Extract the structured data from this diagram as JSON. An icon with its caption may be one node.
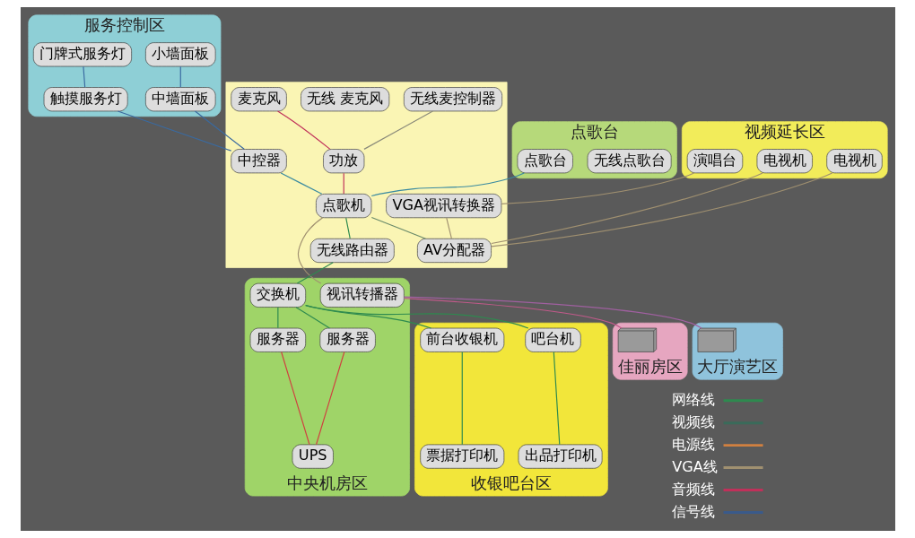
{
  "diagram": {
    "nodes": [
      {
        "text": [
          "服务控制区"
        ]
      },
      {
        "text": [
          "小墙面板"
        ],
        "in": 0
      },
      {
        "text": [
          "中墙面板"
        ],
        "in": 0
      },
      {
        "text": [
          "门牌式服务灯"
        ],
        "in": 0
      },
      {
        "text": [
          "触摸服务灯"
        ],
        "in": 0
      },
      {
        "text": [
          "点歌台"
        ]
      },
      {
        "text": [
          "无线点歌台"
        ],
        "in": 5
      },
      {
        "text": [
          "点歌台"
        ],
        "in": 5
      },
      {
        "text": [
          "视频延长区"
        ]
      },
      {
        "text": [
          "演唱台"
        ],
        "in": 8
      },
      {
        "text": [
          "电视机"
        ],
        "in": 8
      },
      {
        "text": [
          "电视机"
        ],
        "in": 8
      },
      {
        "text": [],
        "shape": "box"
      },
      {
        "text": [
          "中控器"
        ],
        "in": 12
      },
      {
        "text": [
          "无线麦控制器"
        ],
        "in": 12
      },
      {
        "text": [
          "功放"
        ],
        "in": 12
      },
      {
        "text": [
          "无线 麦克风"
        ],
        "in": 12
      },
      {
        "text": [
          "麦克风"
        ],
        "in": 12
      },
      {
        "text": [
          "点歌机"
        ],
        "in": 12
      },
      {
        "text": [
          "VGA视讯转换器"
        ],
        "in": 12
      },
      {
        "text": [
          "AV分配器"
        ],
        "in": 12
      },
      {
        "text": [
          "无线路由器"
        ],
        "in": 12
      },
      {
        "text": [
          "收银吧台区"
        ]
      },
      {
        "text": [
          "吧台机"
        ],
        "in": 22
      },
      {
        "text": [
          "前台收银机"
        ],
        "in": 22
      },
      {
        "text": [
          "出品打印机"
        ],
        "in": 22
      },
      {
        "text": [
          "票据打印机"
        ],
        "in": 22
      },
      {
        "text": [
          "中央机房区"
        ]
      },
      {
        "text": [
          "交换机"
        ],
        "in": 27
      },
      {
        "text": [
          "服务器"
        ],
        "in": 27
      },
      {
        "text": [
          "服务器"
        ],
        "in": 27
      },
      {
        "text": [
          "视讯转播器"
        ],
        "in": 27
      },
      {
        "text": [
          "UPS"
        ],
        "in": 27
      },
      {
        "text": [
          "佳丽房区"
        ]
      },
      {
        "text": [],
        "shape": "picture",
        "in": 33
      },
      {
        "text": [
          "大厅演艺区"
        ]
      },
      {
        "text": [],
        "shape": "picture",
        "in": 35
      }
    ],
    "edges": [
      {
        "from": 1,
        "to": 2,
        "arrow": "none",
        "color": "#3a6aa0"
      },
      {
        "from": 2,
        "to": 13,
        "arrow": "none",
        "color": "#3a6aa0"
      },
      {
        "from": 3,
        "to": 4,
        "arrow": "none",
        "color": "#3a6aa0"
      },
      {
        "from": 4,
        "to": 13,
        "arrow": "none",
        "color": "#3a6aa0"
      },
      {
        "from": 13,
        "to": 18,
        "arrow": "none",
        "color": "#3a8aa0"
      },
      {
        "from": 14,
        "to": 15,
        "arrow": "none",
        "color": "#8a8a7a"
      },
      {
        "from": 17,
        "to": 15,
        "arrow": "none",
        "color": "#c0305a"
      },
      {
        "from": 15,
        "to": 18,
        "arrow": "none",
        "color": "#c0305a"
      },
      {
        "from": 7,
        "to": 18,
        "arrow": "none",
        "color": "#3a8aa0"
      },
      {
        "from": 18,
        "to": 21,
        "arrow": "none",
        "color": "#2e8a4f"
      },
      {
        "from": 21,
        "to": 28,
        "arrow": "none",
        "color": "#2e8a4f"
      },
      {
        "from": 18,
        "to": 20,
        "arrow": "none",
        "color": "#6a8a6a"
      },
      {
        "from": 18,
        "to": 31,
        "arrow": "none",
        "color": "#a09070"
      },
      {
        "from": 9,
        "to": 19,
        "arrow": "none",
        "color": "#a09070"
      },
      {
        "from": 19,
        "to": 20,
        "arrow": "none",
        "color": "#a09070"
      },
      {
        "from": 10,
        "to": 20,
        "arrow": "none",
        "color": "#a09070"
      },
      {
        "from": 11,
        "to": 20,
        "arrow": "none",
        "color": "#a09070"
      },
      {
        "from": 28,
        "to": 23,
        "arrow": "none",
        "color": "#2e8a4f"
      },
      {
        "from": 28,
        "to": 24,
        "arrow": "none",
        "color": "#2e8a4f"
      },
      {
        "from": 28,
        "to": 29,
        "arrow": "none",
        "color": "#2e8a4f"
      },
      {
        "from": 28,
        "to": 30,
        "arrow": "none",
        "color": "#2e8a4f"
      },
      {
        "from": 23,
        "to": 25,
        "arrow": "none",
        "color": "#2e8a4f"
      },
      {
        "from": 24,
        "to": 26,
        "arrow": "none",
        "color": "#2e8a4f"
      },
      {
        "from": 29,
        "to": 32,
        "arrow": "none",
        "color": "#d04040"
      },
      {
        "from": 30,
        "to": 32,
        "arrow": "none",
        "color": "#d04040"
      },
      {
        "from": 31,
        "to": 34,
        "arrow": "none",
        "color": "#c05a8a"
      },
      {
        "from": 31,
        "to": 36,
        "arrow": "none",
        "color": "#a060a0"
      }
    ],
    "legend": [
      {
        "text": "网络线"
      },
      {
        "text": "视频线"
      },
      {
        "text": "电源线"
      },
      {
        "text": "VGA线"
      },
      {
        "text": "音频线"
      },
      {
        "text": "信号线"
      }
    ]
  }
}
